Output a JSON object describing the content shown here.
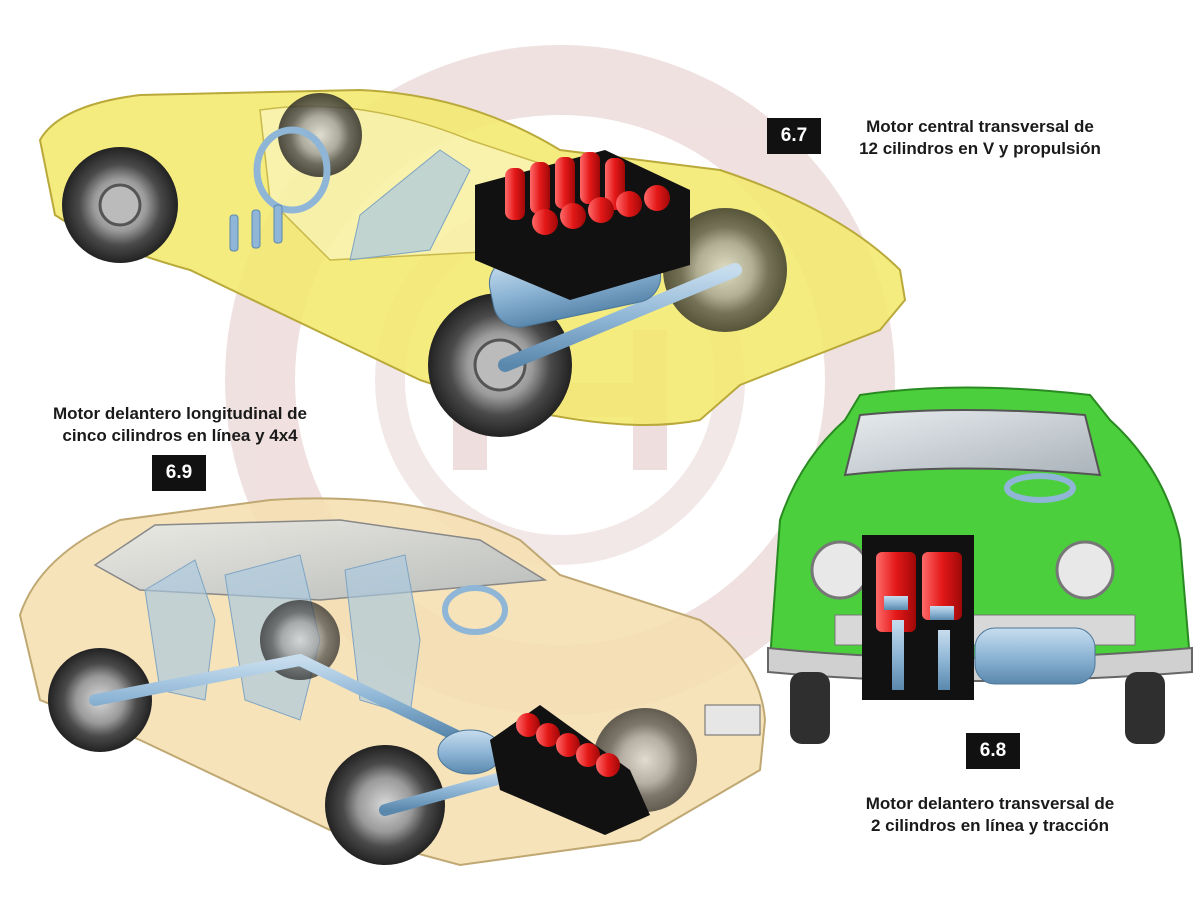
{
  "diagrams": [
    {
      "id": "6.7",
      "label": "6.7",
      "caption": "Motor central transversal de\n12 cilindros en V y propulsión",
      "body_color": "#f3e96a"
    },
    {
      "id": "6.8",
      "label": "6.8",
      "caption": "Motor delantero transversal de\n2 cilindros en línea y tracción",
      "body_color": "#4ccf3c"
    },
    {
      "id": "6.9",
      "label": "6.9",
      "caption": "Motor delantero longitudinal de\ncinco cilindros en línea y 4x4",
      "body_color": "#f5deae"
    }
  ],
  "colors": {
    "engine_red": "#e41818",
    "engine_block": "#111111",
    "drivetrain": "#8fb6d6",
    "tire": "#3a3a3a",
    "watermark": "#e9d2d2"
  }
}
